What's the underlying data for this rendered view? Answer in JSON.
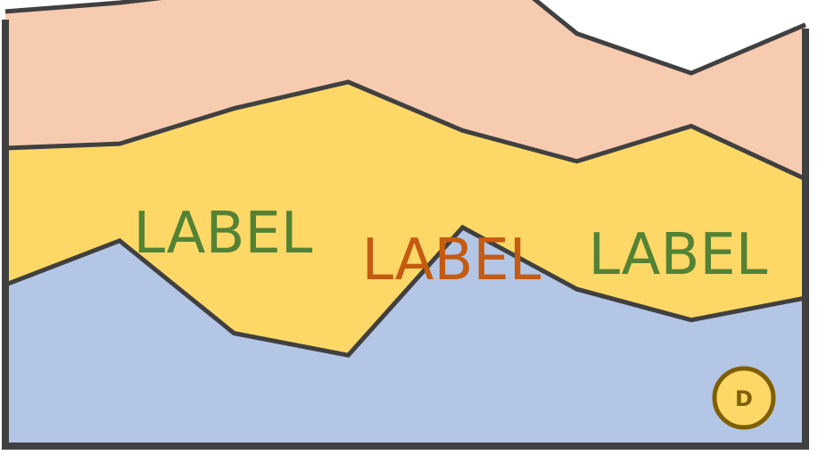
{
  "chart_data": {
    "type": "area",
    "stacked": true,
    "x": [
      0,
      1,
      2,
      3,
      4,
      5,
      6,
      7
    ],
    "xlim": [
      0,
      7
    ],
    "ylim": [
      0,
      10
    ],
    "grid": false,
    "series": [
      {
        "values": [
          3.6,
          4.6,
          2.5,
          2.0,
          4.9,
          3.5,
          2.8,
          3.3
        ],
        "color": "#b4c6e6"
      },
      {
        "values": [
          3.1,
          2.2,
          5.1,
          6.2,
          2.2,
          2.9,
          4.4,
          2.7
        ],
        "color": "#fdd866"
      },
      {
        "values": [
          3.1,
          3.2,
          2.7,
          2.8,
          4.3,
          2.9,
          1.2,
          3.5
        ],
        "color": "#f7cbb0"
      }
    ],
    "labels": [
      {
        "text": "LABEL",
        "color": "#548235"
      },
      {
        "text": "LABEL",
        "color": "#c55a11"
      },
      {
        "text": "LABEL",
        "color": "#548235"
      }
    ],
    "badge": {
      "text": "D",
      "fill": "#fdd866",
      "stroke": "#7f6000"
    },
    "frame_color": "#404040"
  }
}
